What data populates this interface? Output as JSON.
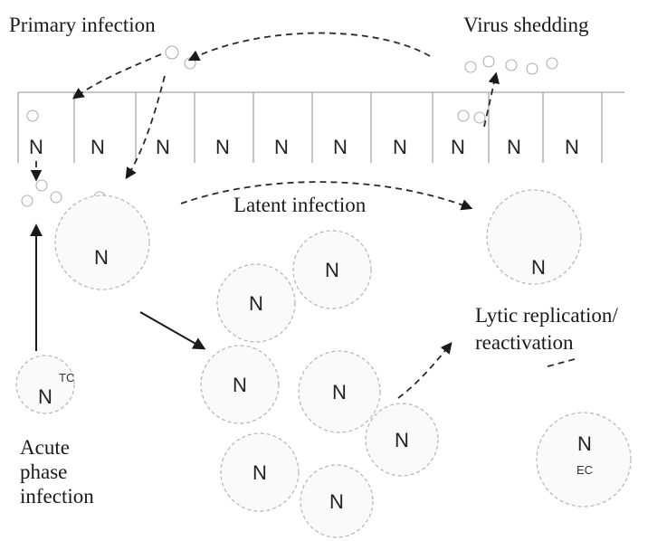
{
  "labels": {
    "primary_infection": "Primary infection",
    "virus_shedding": "Virus shedding",
    "latent_infection": "Latent infection",
    "lytic_line1": "Lytic replication/",
    "lytic_line2": "reactivation",
    "acute_line1": "Acute",
    "acute_line2": "phase",
    "acute_line3": "infection"
  },
  "nucleus_label": "N",
  "cell_tags": {
    "tc": "TC",
    "ec": "EC"
  }
}
